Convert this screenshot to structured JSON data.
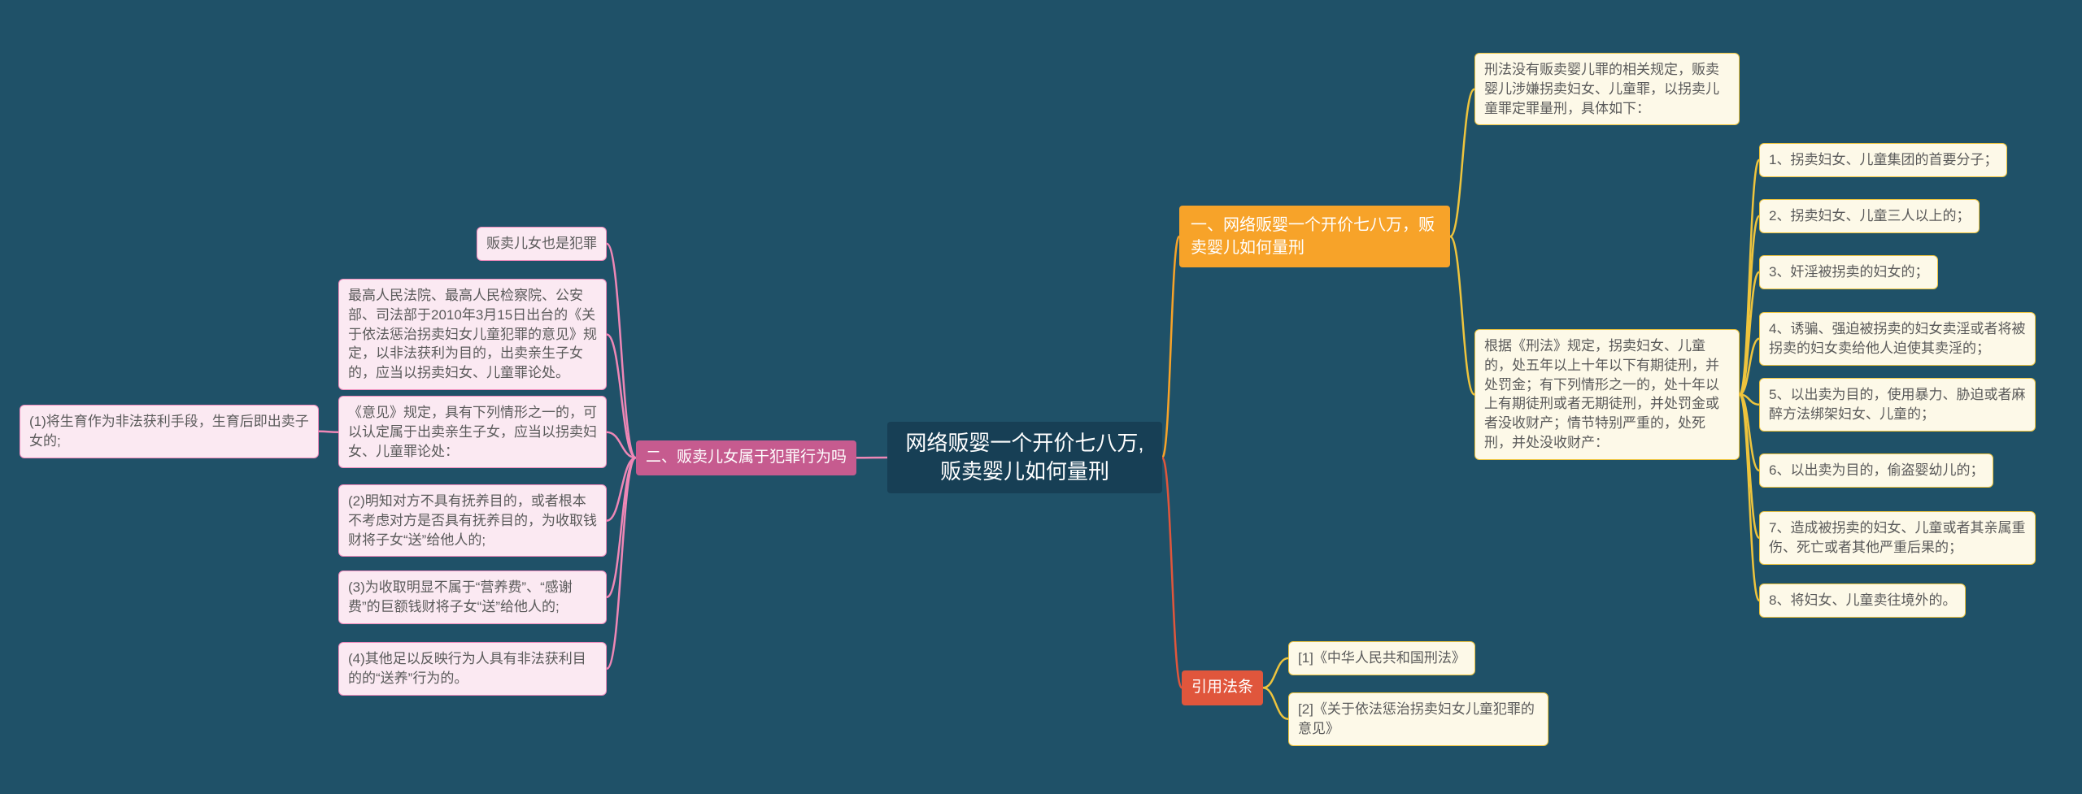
{
  "colors": {
    "background": "#1f5168",
    "central_bg": "#173f55",
    "pink_branch": "#c65b8f",
    "pink_line": "#ee87b6",
    "pink_box_bg": "#fbe9f2",
    "pink_box_border": "#ef8abb",
    "orange_branch": "#f7a329",
    "gold_line": "#eec43d",
    "yellow_box_bg": "#fdf9e8",
    "yellow_box_border": "#eec43d",
    "red_branch": "#e0563c",
    "box_text": "#5a5a5a"
  },
  "central": {
    "line1": "网络贩婴一个开价七八万,",
    "line2": "贩卖婴儿如何量刑"
  },
  "left": {
    "node": "二、贩卖儿女属于犯罪行为吗",
    "top_box": "贩卖儿女也是犯罪",
    "opinion_source": "最高人民法院、最高人民检察院、公安部、司法部于2010年3月15日出台的《关于依法惩治拐卖妇女儿童犯罪的意见》规定，以非法获利为目的，出卖亲生子女的，应当以拐卖妇女、儿童罪论处。",
    "opinion_rule": "《意见》规定，具有下列情形之一的，可以认定属于出卖亲生子女，应当以拐卖妇女、儿童罪论处：",
    "case1": "(1)将生育作为非法获利手段，生育后即出卖子女的;",
    "case2": "(2)明知对方不具有抚养目的，或者根本不考虑对方是否具有抚养目的，为收取钱财将子女“送”给他人的;",
    "case3": "(3)为收取明显不属于“营养费”、“感谢费”的巨额钱财将子女“送”给他人的;",
    "case4": "(4)其他足以反映行为人具有非法获利目的的“送养”行为的。"
  },
  "right": {
    "node": "一、网络贩婴一个开价七八万，贩卖婴儿如何量刑",
    "intro": "刑法没有贩卖婴儿罪的相关规定，贩卖婴儿涉嫌拐卖妇女、儿童罪，以拐卖儿童罪定罪量刑，具体如下：",
    "law": "根据《刑法》规定，拐卖妇女、儿童的，处五年以上十年以下有期徒刑，并处罚金；有下列情形之一的，处十年以上有期徒刑或者无期徒刑，并处罚金或者没收财产；情节特别严重的，处死刑，并处没收财产：",
    "items": [
      {
        "text": "1、拐卖妇女、儿童集团的首要分子；"
      },
      {
        "text": "2、拐卖妇女、儿童三人以上的；"
      },
      {
        "text": "3、奸淫被拐卖的妇女的；"
      },
      {
        "text": "4、诱骗、强迫被拐卖的妇女卖淫或者将被拐卖的妇女卖给他人迫使其卖淫的；"
      },
      {
        "text": "5、以出卖为目的，使用暴力、胁迫或者麻醉方法绑架妇女、儿童的；"
      },
      {
        "text": "6、以出卖为目的，偷盗婴幼儿的；"
      },
      {
        "text": "7、造成被拐卖的妇女、儿童或者其亲属重伤、死亡或者其他严重后果的；"
      },
      {
        "text": "8、将妇女、儿童卖往境外的。"
      }
    ]
  },
  "citations": {
    "node": "引用法条",
    "items": [
      {
        "text": "[1]《中华人民共和国刑法》"
      },
      {
        "text": "[2]《关于依法惩治拐卖妇女儿童犯罪的意见》"
      }
    ]
  }
}
